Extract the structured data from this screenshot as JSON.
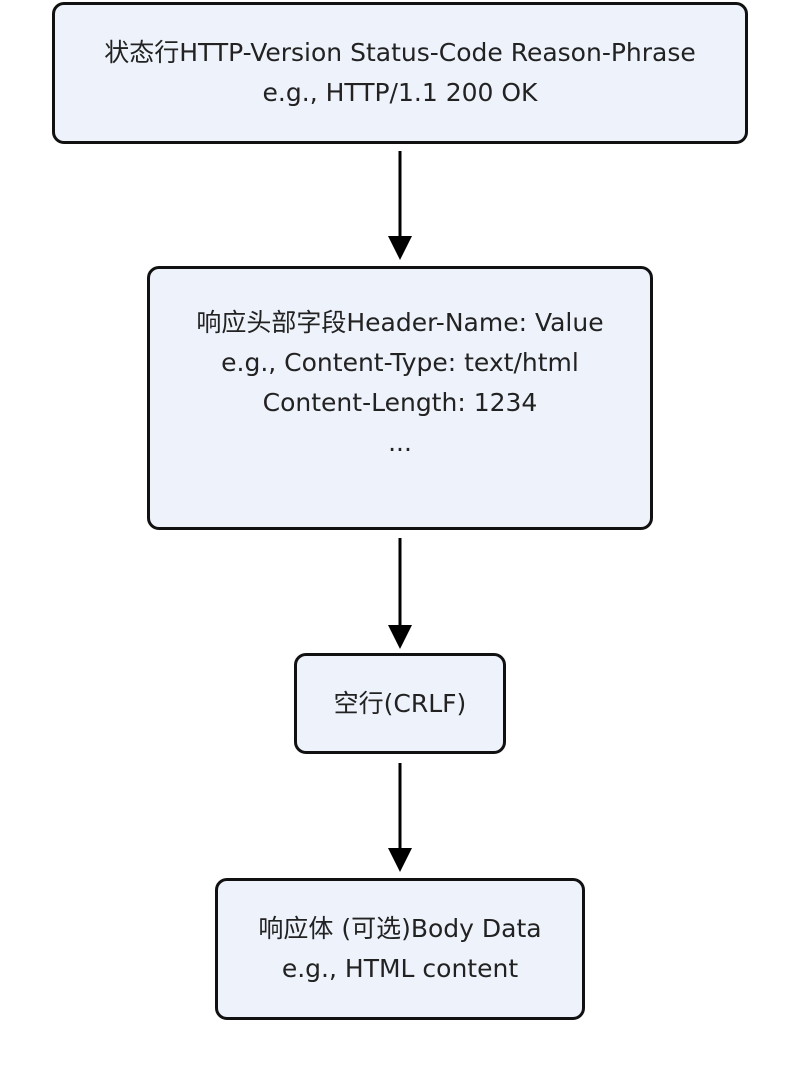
{
  "nodes": {
    "status_line": {
      "lines": [
        "状态行HTTP-Version Status-Code Reason-Phrase",
        "e.g., HTTP/1.1 200 OK"
      ]
    },
    "headers": {
      "lines": [
        "响应头部字段Header-Name: Value",
        "e.g., Content-Type: text/html",
        "Content-Length: 1234",
        "..."
      ]
    },
    "blank_line": {
      "lines": [
        "空行(CRLF)"
      ]
    },
    "body": {
      "lines": [
        "响应体 (可选)Body Data",
        "e.g., HTML content"
      ]
    }
  },
  "edges": [
    {
      "from": "status_line",
      "to": "headers"
    },
    {
      "from": "headers",
      "to": "blank_line"
    },
    {
      "from": "blank_line",
      "to": "body"
    }
  ],
  "colors": {
    "node_fill": "#eef2fb",
    "node_border": "#111111",
    "text": "#222222",
    "arrow": "#000000"
  }
}
